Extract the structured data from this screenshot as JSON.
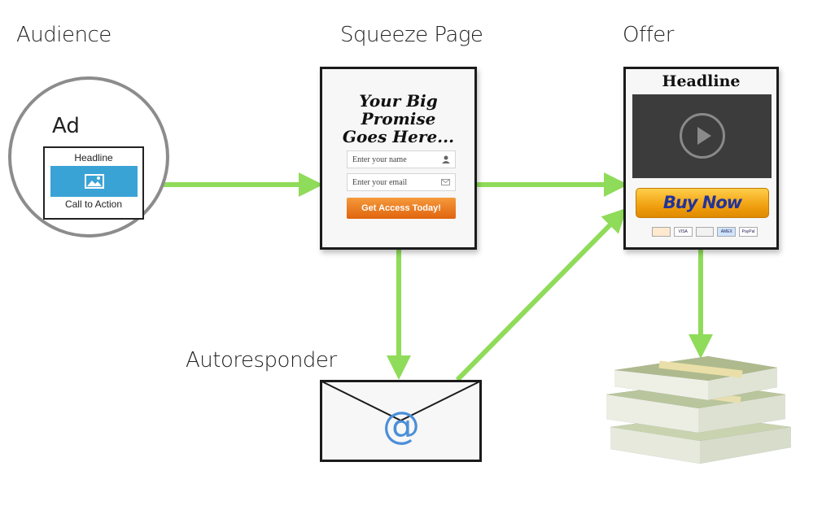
{
  "labels": {
    "audience": "Audience",
    "squeeze": "Squeeze Page",
    "offer": "Offer",
    "autoresponder": "Autoresponder"
  },
  "ad": {
    "title": "Ad",
    "headline": "Headline",
    "cta": "Call to Action"
  },
  "squeeze": {
    "promise_line1": "Your Big Promise",
    "promise_line2": "Goes Here...",
    "name_placeholder": "Enter your name",
    "email_placeholder": "Enter your email",
    "button": "Get Access Today!"
  },
  "offer": {
    "headline": "Headline",
    "buy_button": "Buy Now",
    "cards": [
      "",
      "VISA",
      "",
      "AMEX",
      "PayPal"
    ]
  },
  "autoresponder": {
    "symbol": "@"
  },
  "colors": {
    "arrow": "#8fdb5a",
    "ad_image": "#3aa3d6",
    "cta_orange": "#f07a1e",
    "buy_orange": "#f0a010",
    "at_blue": "#4a8fd8"
  },
  "icons": [
    "image-icon",
    "user-icon",
    "mail-icon",
    "play-icon",
    "envelope-icon",
    "money-stack-icon"
  ]
}
